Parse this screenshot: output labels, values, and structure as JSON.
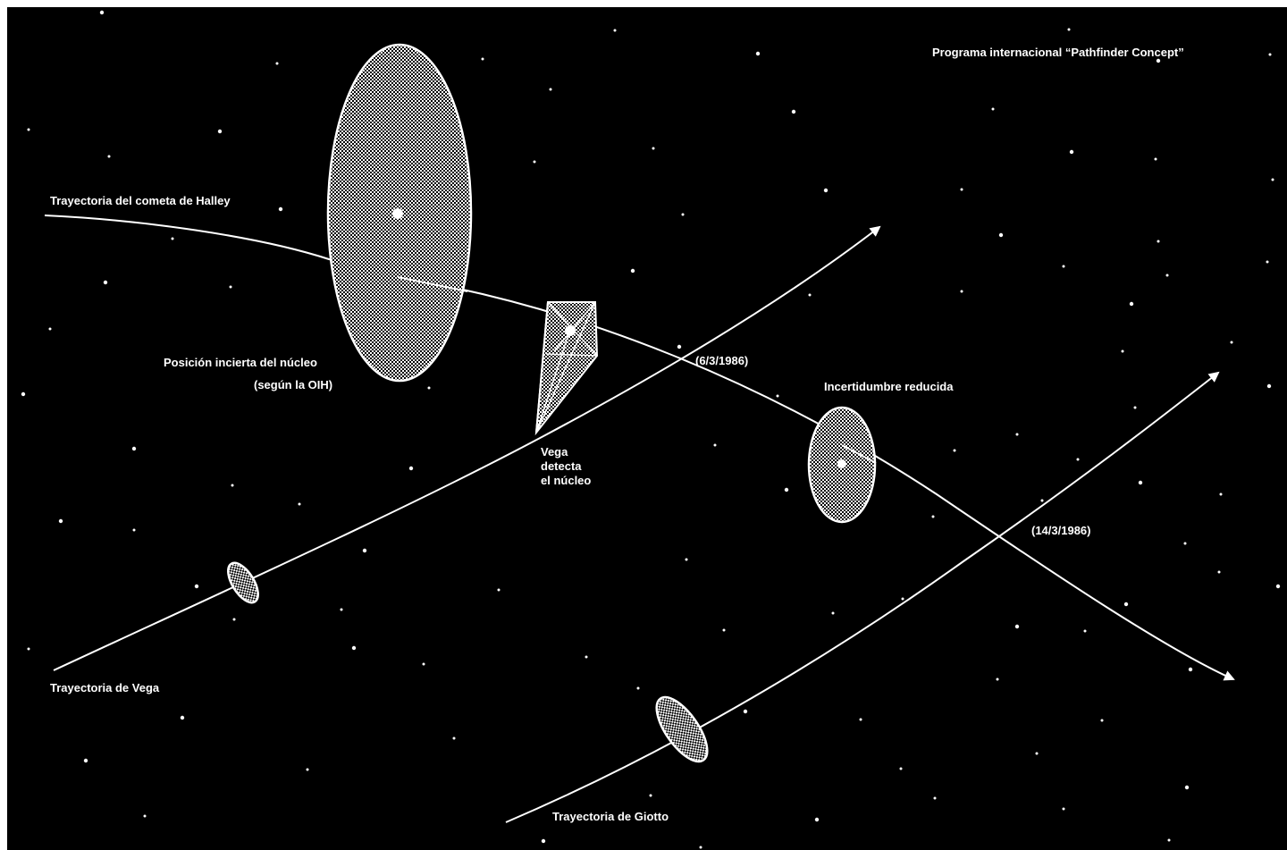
{
  "title": "Programa internacional “Pathfinder Concept”",
  "labels": {
    "halley_trajectory": "Trayectoria del cometa de Halley",
    "uncertain_position_line1": "Posición incierta del núcleo",
    "uncertain_position_line2": "(según la OIH)",
    "vega_detects_line1": "Vega",
    "vega_detects_line2": "detecta",
    "vega_detects_line3": "el núcleo",
    "date_vega": "(6/3/1986)",
    "reduced_uncertainty": "Incertidumbre reducida",
    "date_giotto": "(14/3/1986)",
    "vega_trajectory": "Trayectoria de Vega",
    "giotto_trajectory": "Trayectoria de Giotto"
  },
  "colors": {
    "background": "#000000",
    "foreground": "#ffffff"
  }
}
